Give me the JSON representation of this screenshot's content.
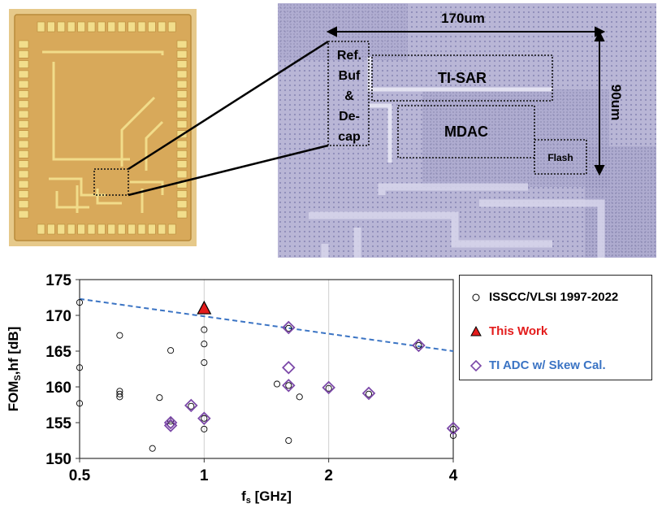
{
  "photo": {
    "labels": {
      "dim_width": "170um",
      "dim_height": "90um",
      "refbuf_lines": [
        "Ref.",
        "Buf",
        "&",
        "De-",
        "cap"
      ],
      "tisar": "TI-SAR",
      "mdac": "MDAC",
      "flash": "Flash"
    },
    "colors": {
      "die": "#d9a85a",
      "zoom_bg": "#b7b3d4"
    }
  },
  "chart_data": {
    "type": "scatter",
    "xlabel": "f_s [GHz]",
    "ylabel": "FOM_S,hf [dB]",
    "x_scale": "log",
    "xlim": [
      0.5,
      4
    ],
    "ylim": [
      150,
      175
    ],
    "x_ticks": [
      0.5,
      1,
      2,
      4
    ],
    "x_tick_labels": [
      "0.5",
      "1",
      "2",
      "4"
    ],
    "y_ticks": [
      150,
      155,
      160,
      165,
      170,
      175
    ],
    "y_tick_labels": [
      "150",
      "155",
      "160",
      "165",
      "170",
      "175"
    ],
    "grid": "vertical",
    "legend_position": "right",
    "series": [
      {
        "name": "ISSCC/VLSI 1997-2022",
        "marker": "circle-open",
        "color": "#000000",
        "points": [
          [
            0.5,
            171.8
          ],
          [
            0.5,
            162.7
          ],
          [
            0.5,
            157.7
          ],
          [
            0.625,
            167.2
          ],
          [
            0.625,
            159.4
          ],
          [
            0.625,
            159.0
          ],
          [
            0.625,
            158.6
          ],
          [
            0.75,
            151.4
          ],
          [
            0.78,
            158.5
          ],
          [
            0.83,
            165.1
          ],
          [
            0.83,
            155.2
          ],
          [
            0.83,
            154.7
          ],
          [
            0.93,
            157.3
          ],
          [
            1.0,
            168.0
          ],
          [
            1.0,
            166.0
          ],
          [
            1.0,
            163.4
          ],
          [
            1.0,
            155.6
          ],
          [
            1.0,
            154.1
          ],
          [
            1.5,
            160.4
          ],
          [
            1.6,
            168.2
          ],
          [
            1.6,
            152.5
          ],
          [
            1.6,
            160.2
          ],
          [
            1.7,
            158.6
          ],
          [
            2.0,
            159.8
          ],
          [
            2.5,
            159.0
          ],
          [
            3.3,
            165.8
          ],
          [
            4.0,
            153.2
          ],
          [
            4.0,
            154.1
          ]
        ]
      },
      {
        "name": "This Work",
        "marker": "triangle",
        "color": "#e31b1b",
        "points": [
          [
            1.0,
            170.9
          ]
        ]
      },
      {
        "name": "TI ADC w/ Skew Cal.",
        "marker": "diamond-open",
        "color": "#7b48a8",
        "points": [
          [
            0.83,
            154.6
          ],
          [
            0.83,
            155.0
          ],
          [
            0.93,
            157.4
          ],
          [
            1.0,
            155.6
          ],
          [
            1.6,
            168.3
          ],
          [
            1.6,
            162.7
          ],
          [
            1.6,
            160.2
          ],
          [
            2.0,
            159.9
          ],
          [
            2.5,
            159.1
          ],
          [
            3.3,
            165.8
          ],
          [
            4.0,
            154.2
          ]
        ]
      }
    ],
    "trend_line": {
      "from": [
        0.5,
        172.3
      ],
      "to": [
        4.0,
        165.0
      ],
      "color": "#3b74c4",
      "style": "dashed"
    }
  }
}
